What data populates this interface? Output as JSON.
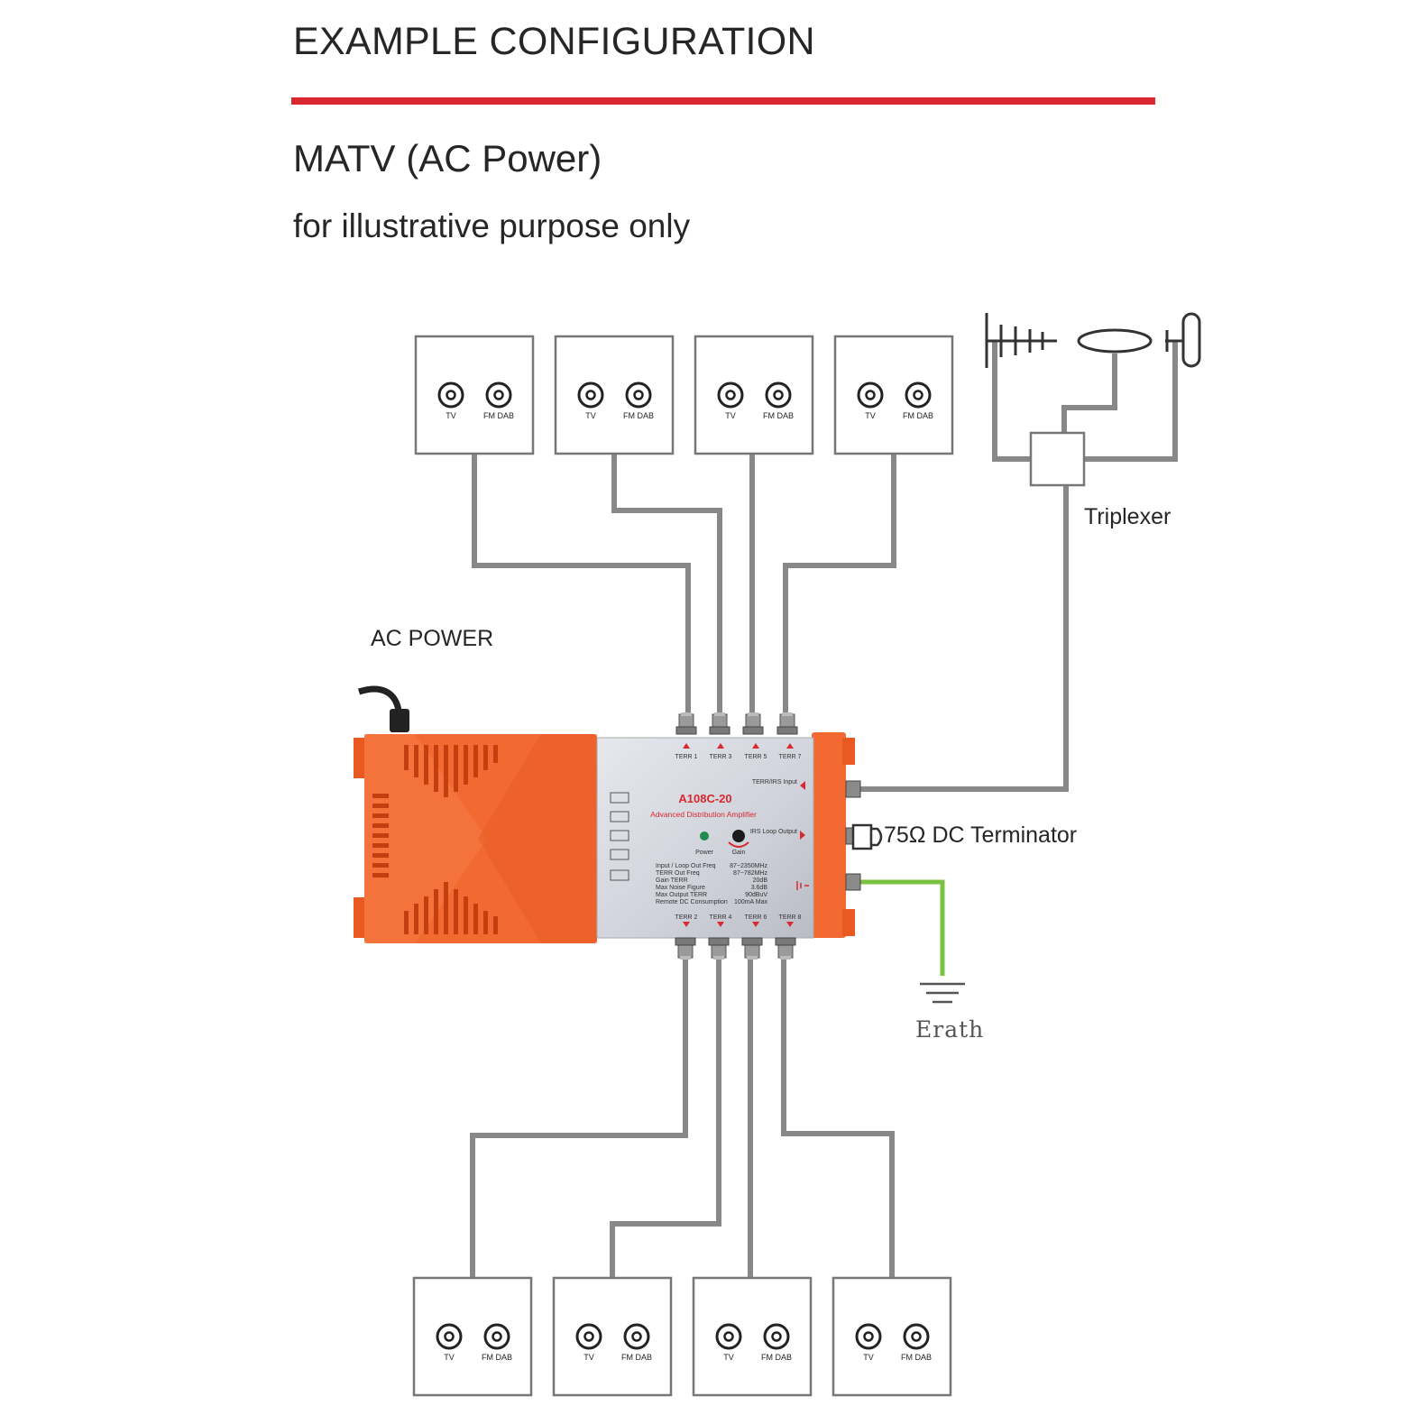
{
  "header": {
    "title": "EXAMPLE CONFIGURATION",
    "subtitle": "MATV (AC Power)",
    "note": "for illustrative purpose only",
    "accent_color": "#d9282f"
  },
  "labels": {
    "triplexer": "Triplexer",
    "ac_power": "AC POWER",
    "terminator": "75Ω DC Terminator",
    "earth": "Erath"
  },
  "wall_plate": {
    "tv": "TV",
    "fm_dab": "FM DAB"
  },
  "amplifier": {
    "model": "A108C-20",
    "description": "Advanced Distribution Amplifier",
    "top_ports": [
      "TERR 1",
      "TERR 3",
      "TERR 5",
      "TERR 7"
    ],
    "bottom_ports": [
      "TERR 2",
      "TERR 4",
      "TERR 6",
      "TERR 8"
    ],
    "input_label": "TERR/IRS Input",
    "loop_label": "IRS Loop Output",
    "power_label": "Power",
    "gain_label": "Gain",
    "specs": [
      {
        "name": "Input / Loop Out Freq",
        "value": "87~2350MHz"
      },
      {
        "name": "TERR Out Freq",
        "value": "87~782MHz"
      },
      {
        "name": "Gain TERR",
        "value": "20dB"
      },
      {
        "name": "Max Noise Figure",
        "value": "3.6dB"
      },
      {
        "name": "Max Output TERR",
        "value": "90dBuV"
      },
      {
        "name": "Remote DC Consumption",
        "value": "100mA Max"
      }
    ],
    "body_color": "#f26a32",
    "panel_color": "#d9dbe2"
  },
  "colors": {
    "cable": "#888888",
    "earth_wire": "#7cc242"
  }
}
